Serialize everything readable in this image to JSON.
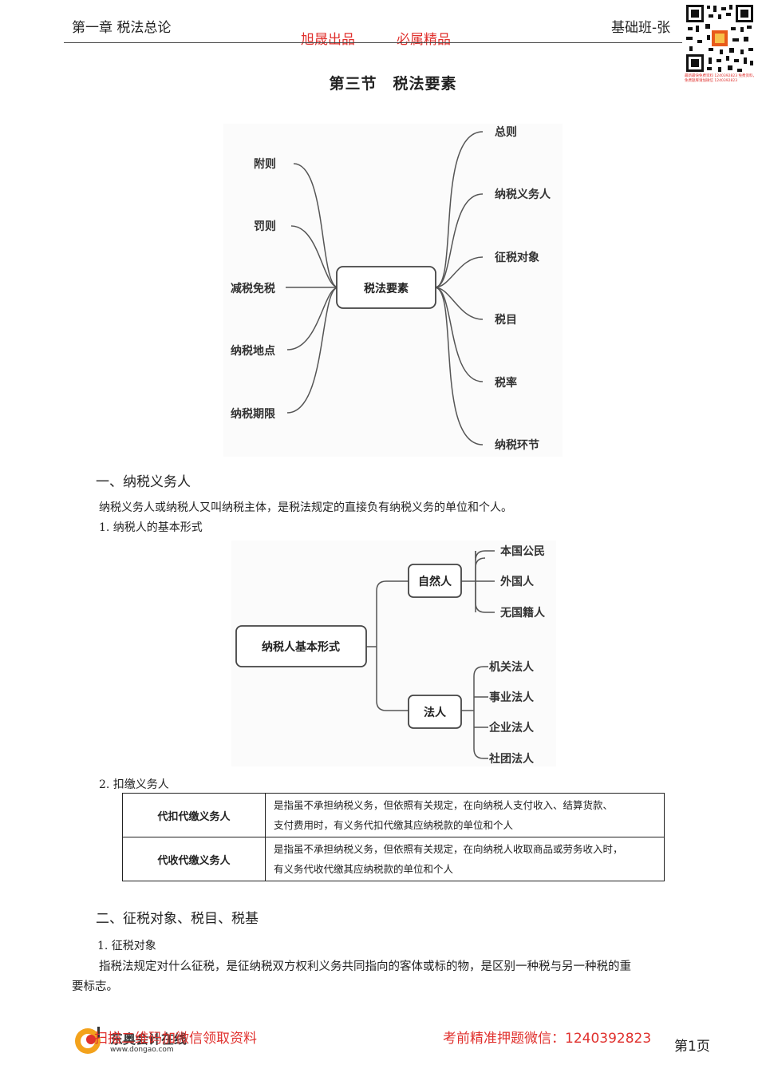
{
  "header": {
    "chapter": "第一章 税法总论",
    "course": "基础班-张",
    "slogan_left": "旭晟出品",
    "slogan_right": "必属精品",
    "qr_caption": "最新最快免费资料 1240392823 免费资料，免费题库请加微信 1240392823"
  },
  "section_title": "第三节　税法要素",
  "mindmap": {
    "center": "税法要素",
    "left": [
      "附则",
      "罚则",
      "减税免税",
      "纳税地点",
      "纳税期限"
    ],
    "right": [
      "总则",
      "纳税义务人",
      "征税对象",
      "税目",
      "税率",
      "纳税环节"
    ]
  },
  "part1": {
    "heading": "一、纳税义务人",
    "intro": "纳税义务人或纳税人又叫纳税主体，是税法规定的直接负有纳税义务的单位和个人。",
    "sub1": "1. 纳税人的基本形式",
    "sub2": "2. 扣缴义务人"
  },
  "tree": {
    "root": "纳税人基本形式",
    "natural": "自然人",
    "natural_children": [
      "本国公民",
      "外国人",
      "无国籍人"
    ],
    "legal": "法人",
    "legal_children": [
      "机关法人",
      "事业法人",
      "企业法人",
      "社团法人"
    ]
  },
  "agents_table": [
    {
      "name": "代扣代缴义务人",
      "line1": "是指虽不承担纳税义务，但依照有关规定，在向纳税人支付收入、结算货款、",
      "line2": "支付费用时，有义务代扣代缴其应纳税款的单位和个人"
    },
    {
      "name": "代收代缴义务人",
      "line1": "是指虽不承担纳税义务，但依照有关规定，在向纳税人收取商品或劳务收入时，",
      "line2": "有义务代收代缴其应纳税款的单位和个人"
    }
  ],
  "part2": {
    "heading": "二、征税对象、税目、税基",
    "sub1": "1. 征税对象",
    "para_line1": "指税法规定对什么征税，是征纳税双方权利义务共同指向的客体或标的物，是区别一种税与另一种税的重",
    "para_line2": "要标志。"
  },
  "footer": {
    "left": "扫描二维码加微信领取资料",
    "logo_text": "东奥会计在线",
    "logo_url": "www.dongao.com",
    "right": "考前精准押题微信：1240392823",
    "page": "第1页"
  },
  "colors": {
    "accent_red": "#e0312e",
    "line": "#555555",
    "box_border": "#444444"
  }
}
